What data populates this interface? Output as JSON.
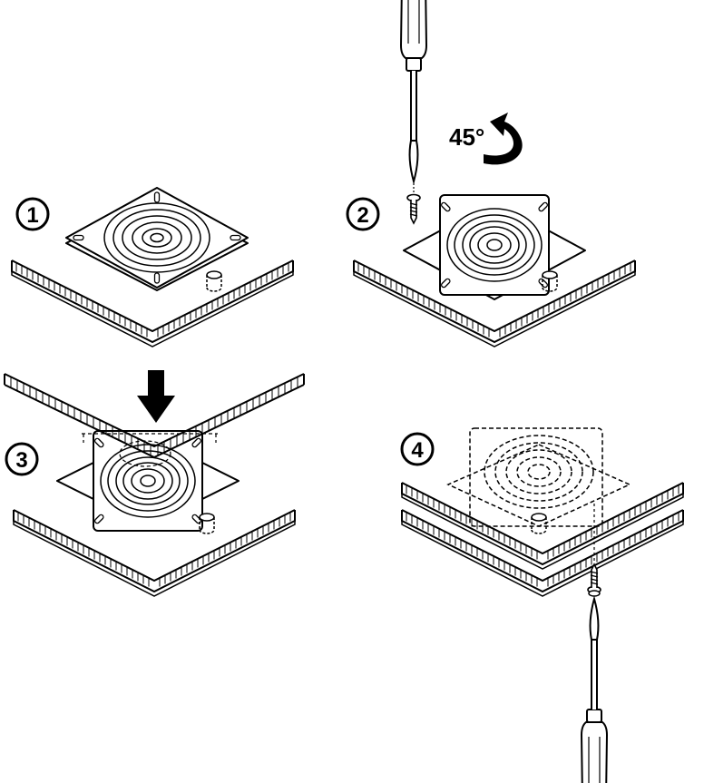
{
  "steps": [
    {
      "number": "1"
    },
    {
      "number": "2",
      "rotation_label": "45°"
    },
    {
      "number": "3"
    },
    {
      "number": "4"
    }
  ],
  "colors": {
    "ink": "#000000",
    "paper": "#ffffff"
  },
  "icons": [
    "screwdriver-icon",
    "screw-icon",
    "rotate-arrow-icon",
    "down-arrow-icon",
    "swivel-plate-icon",
    "board-icon",
    "pin-icon"
  ]
}
